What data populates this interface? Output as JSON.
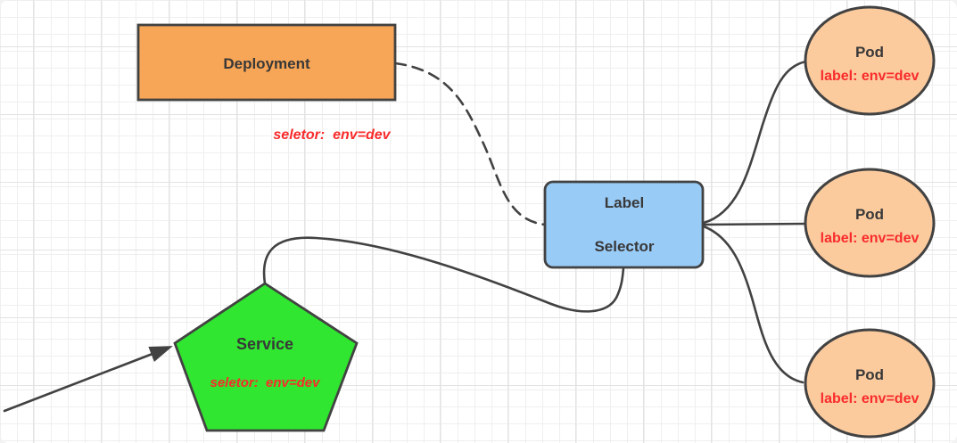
{
  "nodes": {
    "deployment": {
      "label": "Deployment",
      "annotation": "seletor:  env=dev"
    },
    "label_selector": {
      "label_line1": "Label",
      "label_line2": "Selector"
    },
    "service": {
      "label": "Service",
      "annotation": "seletor:  env=dev"
    },
    "pods": [
      {
        "label": "Pod",
        "sublabel": "label: env=dev"
      },
      {
        "label": "Pod",
        "sublabel": "label: env=dev"
      },
      {
        "label": "Pod",
        "sublabel": "label: env=dev"
      }
    ]
  },
  "colors": {
    "deployment_fill": "#F7A556",
    "selector_fill": "#99CBF7",
    "pod_fill": "#FBCB9E",
    "service_fill": "#30E630",
    "stroke": "#424242",
    "text": "#383838",
    "red": "#F92B2B"
  }
}
